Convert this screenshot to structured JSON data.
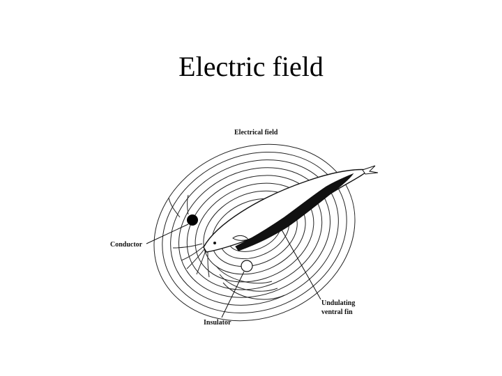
{
  "slide": {
    "title": "Electric field"
  },
  "diagram": {
    "header_label": "Electrical field",
    "labels": {
      "conductor": "Conductor",
      "insulator": "Insulator",
      "fin_line1": "Undulating",
      "fin_line2": "ventral fin"
    }
  }
}
